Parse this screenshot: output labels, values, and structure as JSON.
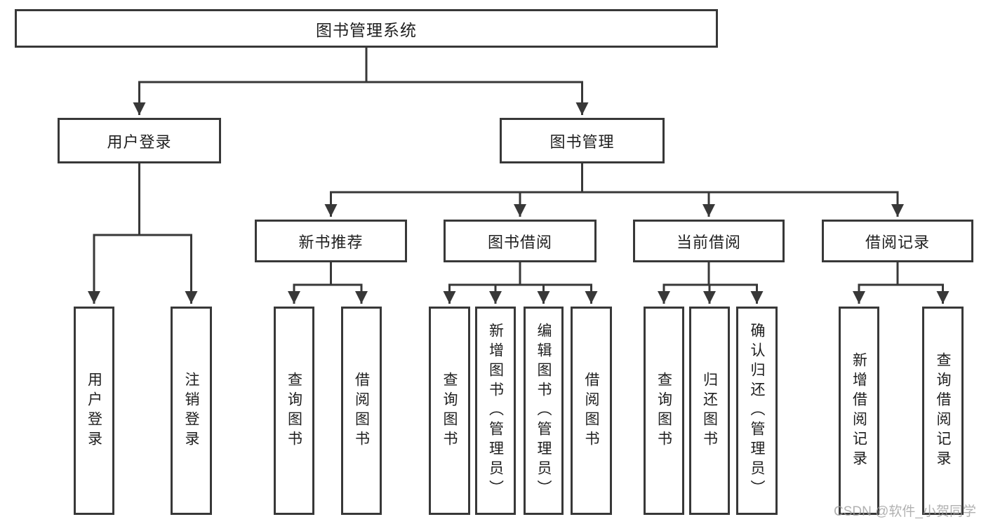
{
  "diagram": {
    "root": {
      "label": "图书管理系统"
    },
    "level2": [
      {
        "id": "user-login",
        "label": "用户登录"
      },
      {
        "id": "book-management",
        "label": "图书管理"
      }
    ],
    "level3": [
      {
        "id": "new-book-recommend",
        "label": "新书推荐"
      },
      {
        "id": "book-borrow",
        "label": "图书借阅"
      },
      {
        "id": "current-borrow",
        "label": "当前借阅"
      },
      {
        "id": "borrow-record",
        "label": "借阅记录"
      }
    ],
    "leaves": {
      "user_login": [
        {
          "label": "用户登录"
        },
        {
          "label": "注销登录"
        }
      ],
      "new_book": [
        {
          "label": "查询图书"
        },
        {
          "label": "借阅图书"
        }
      ],
      "book_borrow": [
        {
          "label": "查询图书"
        },
        {
          "label": "新增图书（管理员）"
        },
        {
          "label": "编辑图书（管理员）"
        },
        {
          "label": "借阅图书"
        }
      ],
      "current_borrow": [
        {
          "label": "查询图书"
        },
        {
          "label": "归还图书"
        },
        {
          "label": "确认归还（管理员）"
        }
      ],
      "borrow_record": [
        {
          "label": "新增借阅记录"
        },
        {
          "label": "查询借阅记录"
        }
      ]
    }
  },
  "watermark": "CSDN @软件_小贺同学",
  "colors": {
    "line": "#383838",
    "text": "#1f1f1f",
    "watermark": "#9e9e9e",
    "background": "#ffffff"
  }
}
